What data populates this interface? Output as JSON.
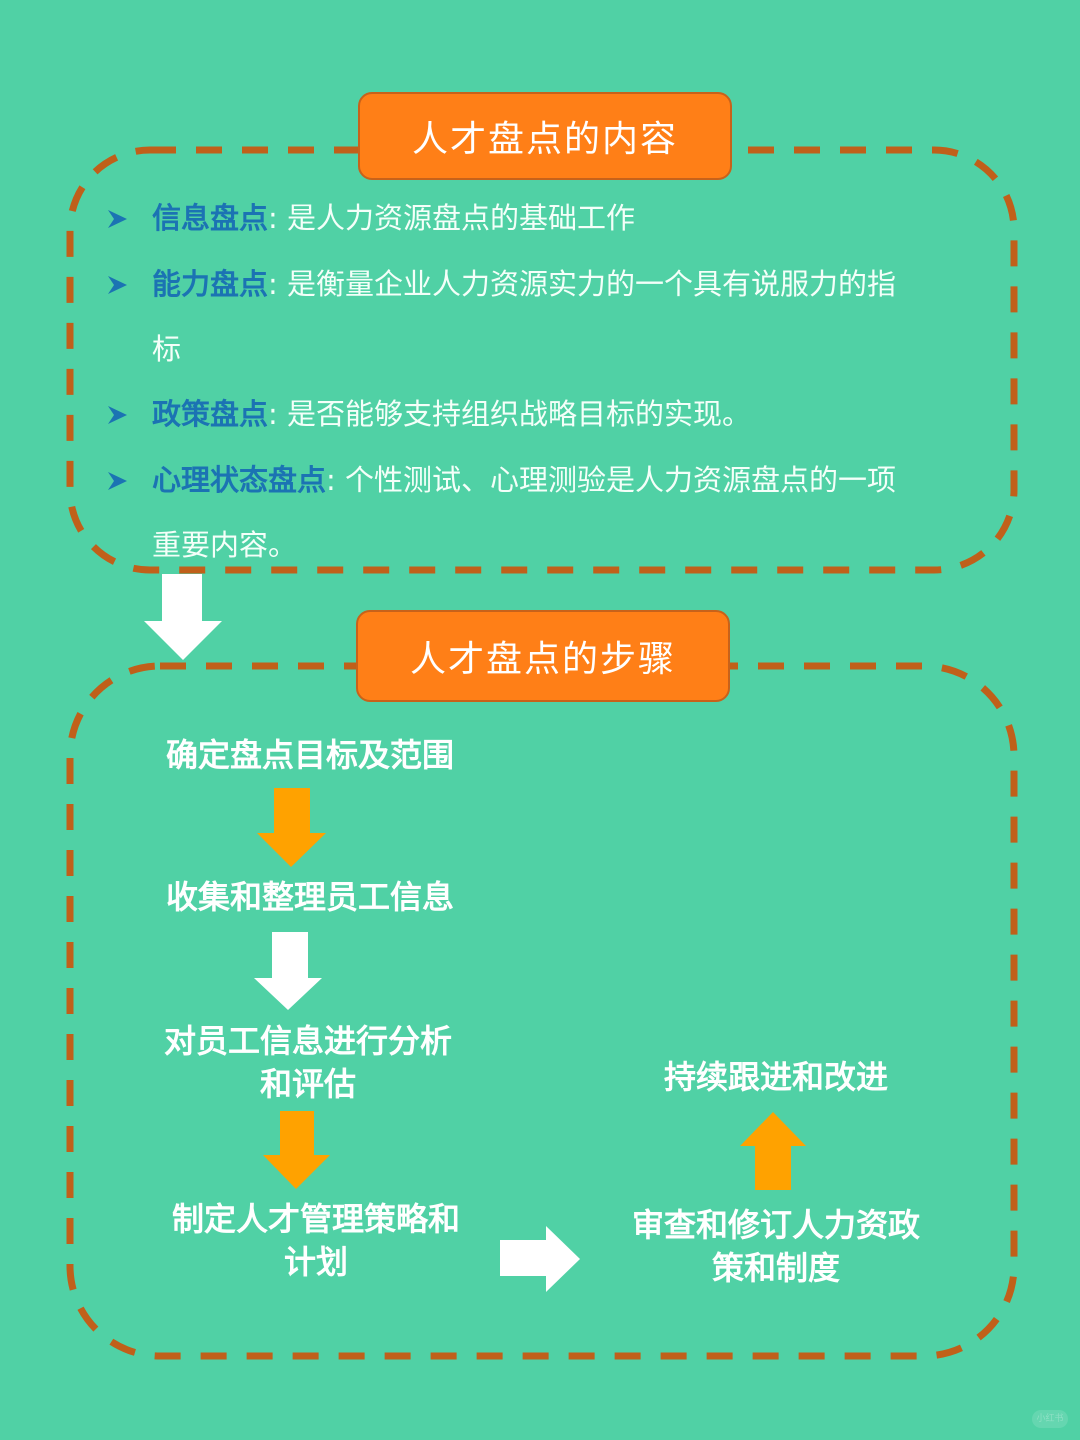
{
  "colors": {
    "background": "#50D1A5",
    "title_pill": "#FF7F17",
    "dashed_border": "#C0601A",
    "bullet_keyword": "#1B73B3",
    "bullet_arrow": "#1B73B3",
    "orange_arrow": "#FFA200",
    "white_arrow": "#FFFFFF"
  },
  "section_content": {
    "title": "人才盘点的内容",
    "items": [
      {
        "icon": "chevron-arrow-icon",
        "keyword": "信息盘点",
        "separator": ":",
        "text": "是人力资源盘点的基础工作",
        "continuation": ""
      },
      {
        "icon": "chevron-arrow-icon",
        "keyword": "能力盘点",
        "separator": ":",
        "text": "是衡量企业人力资源实力的一个具有说服力的指",
        "continuation": "标"
      },
      {
        "icon": "chevron-arrow-icon",
        "keyword": "政策盘点",
        "separator": ":",
        "text": "是否能够支持组织战略目标的实现。",
        "continuation": ""
      },
      {
        "icon": "chevron-arrow-icon",
        "keyword": "心理状态盘点",
        "separator": ":",
        "text": "个性测试、心理测验是人力资源盘点的一项",
        "continuation": "重要内容。"
      }
    ]
  },
  "section_steps": {
    "title": "人才盘点的步骤",
    "steps": [
      {
        "label": "确定盘点目标及范围"
      },
      {
        "label": "收集和整理员工信息"
      },
      {
        "label": "对员工信息进行分析和评估",
        "line1": "对员工信息进行分析",
        "line2": "和评估"
      },
      {
        "label": "制定人才管理策略和计划",
        "line1": "制定人才管理策略和",
        "line2": "计划"
      },
      {
        "label": "审查和修订人力资政策和制度",
        "line1": "审查和修订人力资政",
        "line2": "策和制度"
      },
      {
        "label": "持续跟进和改进"
      }
    ],
    "arrows": [
      {
        "from": "确定盘点目标及范围",
        "to": "收集和整理员工信息",
        "direction": "down",
        "color": "orange"
      },
      {
        "from": "收集和整理员工信息",
        "to": "对员工信息进行分析和评估",
        "direction": "down",
        "color": "white"
      },
      {
        "from": "对员工信息进行分析和评估",
        "to": "制定人才管理策略和计划",
        "direction": "down",
        "color": "orange"
      },
      {
        "from": "制定人才管理策略和计划",
        "to": "审查和修订人力资政策和制度",
        "direction": "right",
        "color": "white"
      },
      {
        "from": "审查和修订人力资政策和制度",
        "to": "持续跟进和改进",
        "direction": "up",
        "color": "orange"
      }
    ]
  },
  "connector_arrow": {
    "direction": "down",
    "color": "white"
  },
  "watermark": {
    "text": "小红书"
  }
}
